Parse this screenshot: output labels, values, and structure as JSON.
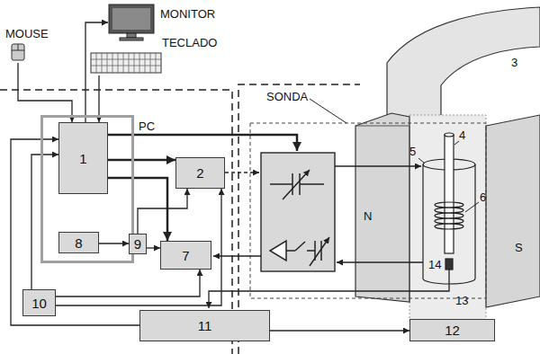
{
  "diagram": {
    "nodes": [
      {
        "text": [
          "MOUSE"
        ]
      },
      {
        "text": [
          "MONITOR"
        ]
      },
      {
        "text": [
          "TECLADO"
        ]
      },
      {
        "text": [
          "PC"
        ]
      },
      {
        "text": [
          "1"
        ],
        "in": 3
      },
      {
        "text": [
          "2"
        ]
      },
      {
        "text": [
          "8"
        ],
        "in": 3
      },
      {
        "text": [
          "9"
        ]
      },
      {
        "text": [
          "7"
        ]
      },
      {
        "text": [
          "10"
        ]
      },
      {
        "text": [
          "11"
        ]
      },
      {
        "text": [
          "12"
        ]
      }
    ],
    "edges": [
      {
        "from": 0,
        "to": 4,
        "arrow": "to"
      },
      {
        "from": 4,
        "to": 1,
        "arrow": "to"
      },
      {
        "from": 2,
        "to": 4,
        "arrow": "to"
      },
      {
        "from": 4,
        "to": 5,
        "arrow": "to"
      },
      {
        "from": 4,
        "to": 8,
        "arrow": "to"
      },
      {
        "from": 6,
        "to": 7,
        "arrow": "to"
      },
      {
        "from": 7,
        "to": 5,
        "arrow": "to"
      },
      {
        "from": 7,
        "to": 8,
        "arrow": "to"
      },
      {
        "from": 9,
        "to": 4,
        "arrow": "to"
      },
      {
        "from": 9,
        "to": 5,
        "arrow": "to"
      },
      {
        "from": 9,
        "to": 8,
        "arrow": "to"
      },
      {
        "from": 10,
        "to": 4,
        "arrow": "to"
      },
      {
        "from": 10,
        "to": 11,
        "arrow": "to"
      }
    ],
    "labels": [
      "SONDA",
      "3",
      "N",
      "S",
      "4",
      "5",
      "6",
      "14",
      "13"
    ]
  }
}
